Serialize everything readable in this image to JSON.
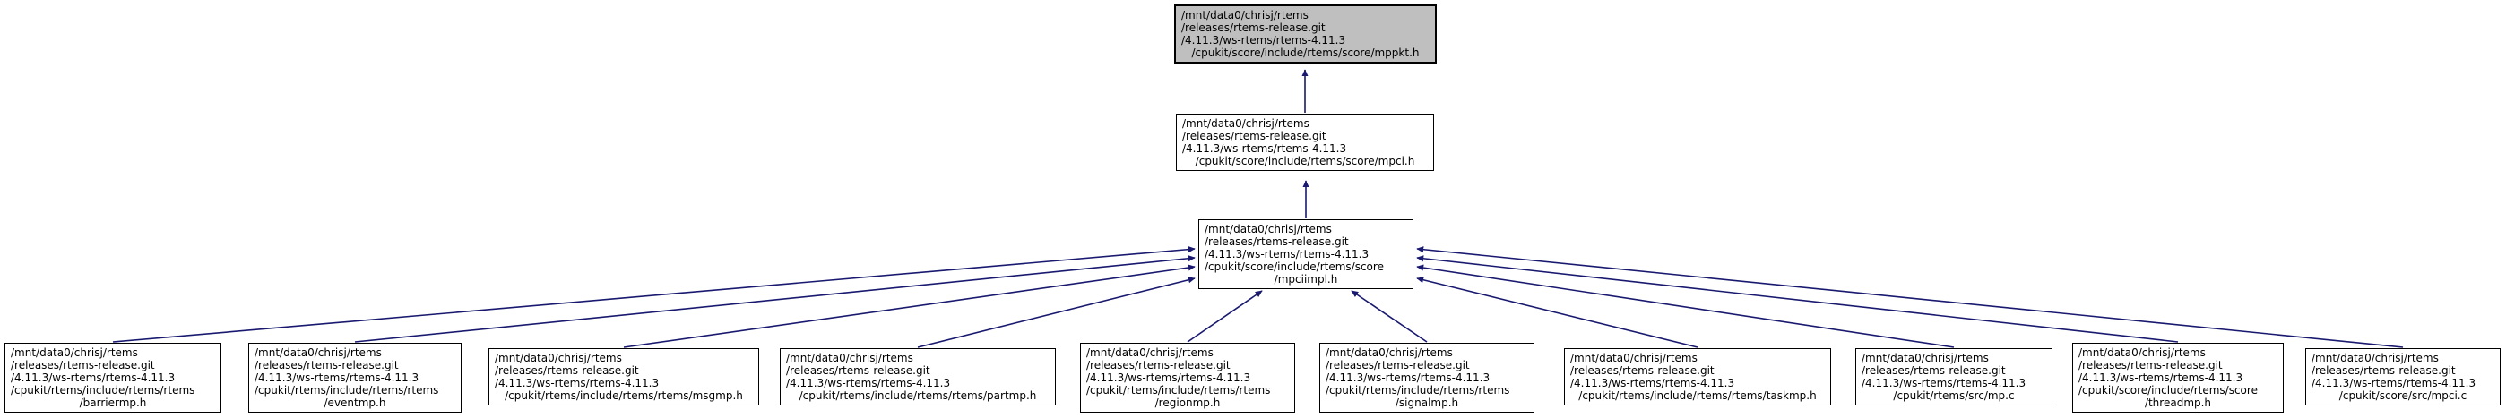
{
  "graph": {
    "type": "include-dependency-graph",
    "edge_color": "#191970",
    "highlight_color": "#bfbfbf",
    "node_bg_color": "#ffffff",
    "node_border_color": "#000000",
    "nodes": {
      "mppkt": {
        "lines": [
          "/mnt/data0/chrisj/rtems",
          "/releases/rtems-release.git",
          "/4.11.3/ws-rtems/rtems-4.11.3",
          "/cpukit/score/include/rtems/score/mppkt.h"
        ],
        "highlighted": true
      },
      "mpci": {
        "lines": [
          "/mnt/data0/chrisj/rtems",
          "/releases/rtems-release.git",
          "/4.11.3/ws-rtems/rtems-4.11.3",
          "/cpukit/score/include/rtems/score/mpci.h"
        ],
        "highlighted": false
      },
      "mpciimpl": {
        "lines": [
          "/mnt/data0/chrisj/rtems",
          "/releases/rtems-release.git",
          "/4.11.3/ws-rtems/rtems-4.11.3",
          "/cpukit/score/include/rtems/score",
          "/mpciimpl.h"
        ],
        "highlighted": false
      },
      "barriermp": {
        "lines": [
          "/mnt/data0/chrisj/rtems",
          "/releases/rtems-release.git",
          "/4.11.3/ws-rtems/rtems-4.11.3",
          "/cpukit/rtems/include/rtems/rtems",
          "/barriermp.h"
        ],
        "highlighted": false
      },
      "eventmp": {
        "lines": [
          "/mnt/data0/chrisj/rtems",
          "/releases/rtems-release.git",
          "/4.11.3/ws-rtems/rtems-4.11.3",
          "/cpukit/rtems/include/rtems/rtems",
          "/eventmp.h"
        ],
        "highlighted": false
      },
      "msgmp": {
        "lines": [
          "/mnt/data0/chrisj/rtems",
          "/releases/rtems-release.git",
          "/4.11.3/ws-rtems/rtems-4.11.3",
          "/cpukit/rtems/include/rtems/rtems/msgmp.h"
        ],
        "highlighted": false
      },
      "partmp": {
        "lines": [
          "/mnt/data0/chrisj/rtems",
          "/releases/rtems-release.git",
          "/4.11.3/ws-rtems/rtems-4.11.3",
          "/cpukit/rtems/include/rtems/rtems/partmp.h"
        ],
        "highlighted": false
      },
      "regionmp": {
        "lines": [
          "/mnt/data0/chrisj/rtems",
          "/releases/rtems-release.git",
          "/4.11.3/ws-rtems/rtems-4.11.3",
          "/cpukit/rtems/include/rtems/rtems",
          "/regionmp.h"
        ],
        "highlighted": false
      },
      "signalmp": {
        "lines": [
          "/mnt/data0/chrisj/rtems",
          "/releases/rtems-release.git",
          "/4.11.3/ws-rtems/rtems-4.11.3",
          "/cpukit/rtems/include/rtems/rtems",
          "/signalmp.h"
        ],
        "highlighted": false
      },
      "taskmp": {
        "lines": [
          "/mnt/data0/chrisj/rtems",
          "/releases/rtems-release.git",
          "/4.11.3/ws-rtems/rtems-4.11.3",
          "/cpukit/rtems/include/rtems/rtems/taskmp.h"
        ],
        "highlighted": false
      },
      "mp_c": {
        "lines": [
          "/mnt/data0/chrisj/rtems",
          "/releases/rtems-release.git",
          "/4.11.3/ws-rtems/rtems-4.11.3",
          "/cpukit/rtems/src/mp.c"
        ],
        "highlighted": false
      },
      "threadmp": {
        "lines": [
          "/mnt/data0/chrisj/rtems",
          "/releases/rtems-release.git",
          "/4.11.3/ws-rtems/rtems-4.11.3",
          "/cpukit/score/include/rtems/score",
          "/threadmp.h"
        ],
        "highlighted": false
      },
      "mpci_c": {
        "lines": [
          "/mnt/data0/chrisj/rtems",
          "/releases/rtems-release.git",
          "/4.11.3/ws-rtems/rtems-4.11.3",
          "/cpukit/score/src/mpci.c"
        ],
        "highlighted": false
      }
    },
    "edges": [
      {
        "from": "mpci",
        "to": "mppkt"
      },
      {
        "from": "mpciimpl",
        "to": "mpci"
      },
      {
        "from": "barriermp",
        "to": "mpciimpl"
      },
      {
        "from": "eventmp",
        "to": "mpciimpl"
      },
      {
        "from": "msgmp",
        "to": "mpciimpl"
      },
      {
        "from": "partmp",
        "to": "mpciimpl"
      },
      {
        "from": "regionmp",
        "to": "mpciimpl"
      },
      {
        "from": "signalmp",
        "to": "mpciimpl"
      },
      {
        "from": "taskmp",
        "to": "mpciimpl"
      },
      {
        "from": "mp_c",
        "to": "mpciimpl"
      },
      {
        "from": "threadmp",
        "to": "mpciimpl"
      },
      {
        "from": "mpci_c",
        "to": "mpciimpl"
      }
    ]
  }
}
